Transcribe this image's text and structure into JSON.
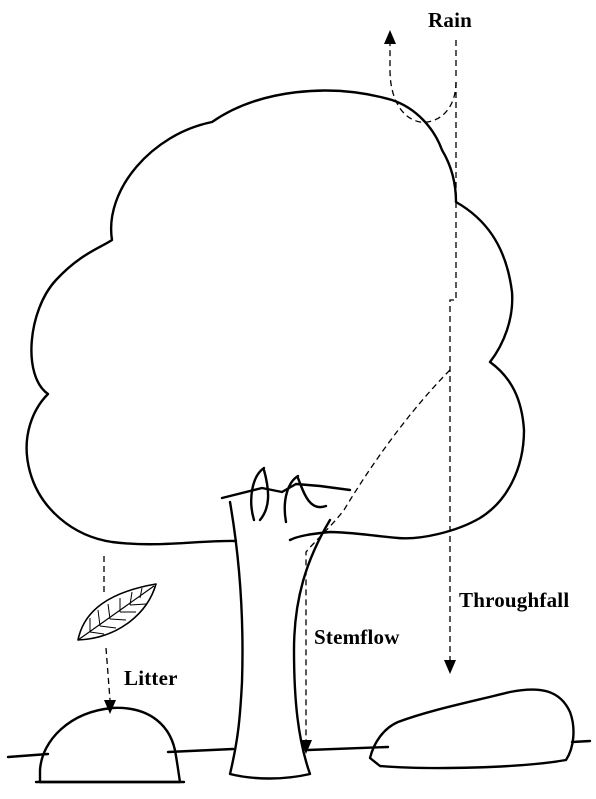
{
  "labels": {
    "rain": "Rain",
    "throughfall": "Throughfall",
    "stemflow": "Stemflow",
    "litter": "Litter"
  },
  "colors": {
    "ink": "#000000",
    "background": "#ffffff"
  },
  "icons": {
    "leaf": "leaf-icon",
    "arrowhead": "arrowhead-icon"
  }
}
